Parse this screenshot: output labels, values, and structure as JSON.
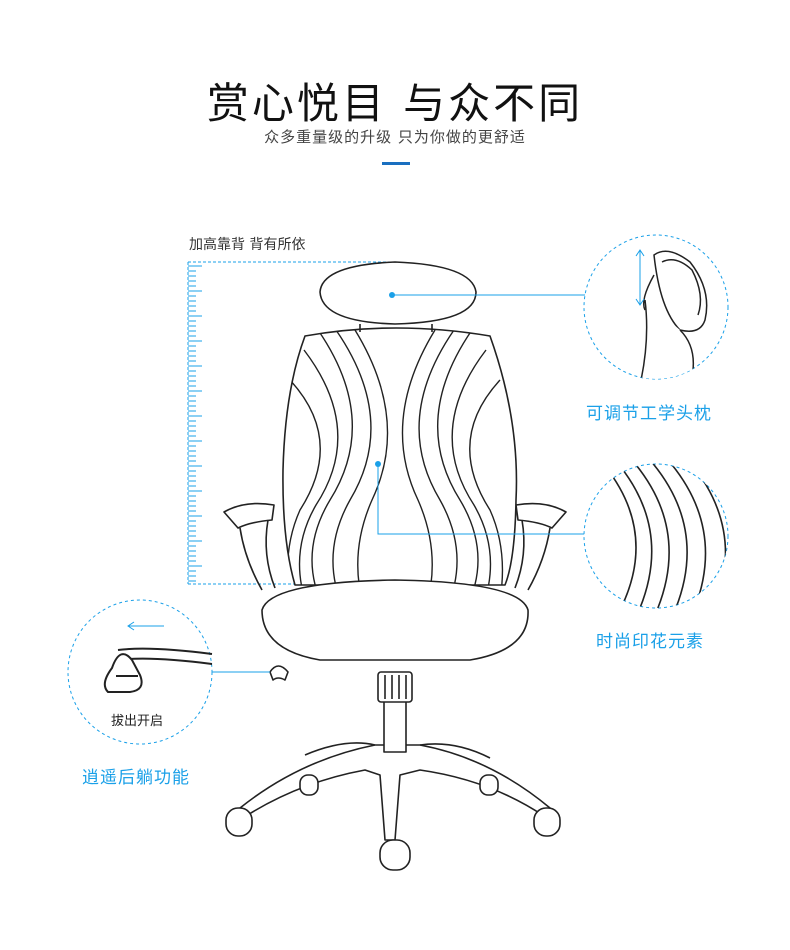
{
  "header": {
    "title": "赏心悦目 与众不同",
    "subtitle": "众多重量级的升级 只为你做的更舒适"
  },
  "labels": {
    "back_height": "加高靠背 背有所依",
    "pull_out": "拔出开启"
  },
  "features": {
    "headrest": "可调节工学头枕",
    "pattern": "时尚印花元素",
    "recline": "逍遥后躺功能"
  },
  "colors": {
    "accent": "#1aa0e8",
    "title_bar": "#1a6fc0",
    "line_art": "#222222"
  }
}
